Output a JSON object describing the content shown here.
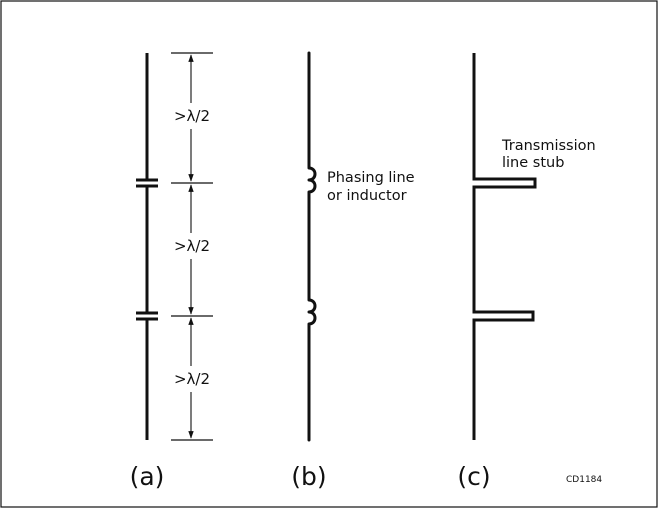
{
  "diagram": {
    "panels": [
      {
        "id": "a",
        "label": "(a)",
        "dimensions": [
          ">λ/2",
          ">λ/2",
          ">λ/2"
        ]
      },
      {
        "id": "b",
        "label": "(b)",
        "annotation_lines": [
          "Phasing line",
          "or inductor"
        ]
      },
      {
        "id": "c",
        "label": "(c)",
        "annotation_lines": [
          "Transmission",
          "line stub"
        ]
      }
    ],
    "figure_code": "CD1184"
  }
}
